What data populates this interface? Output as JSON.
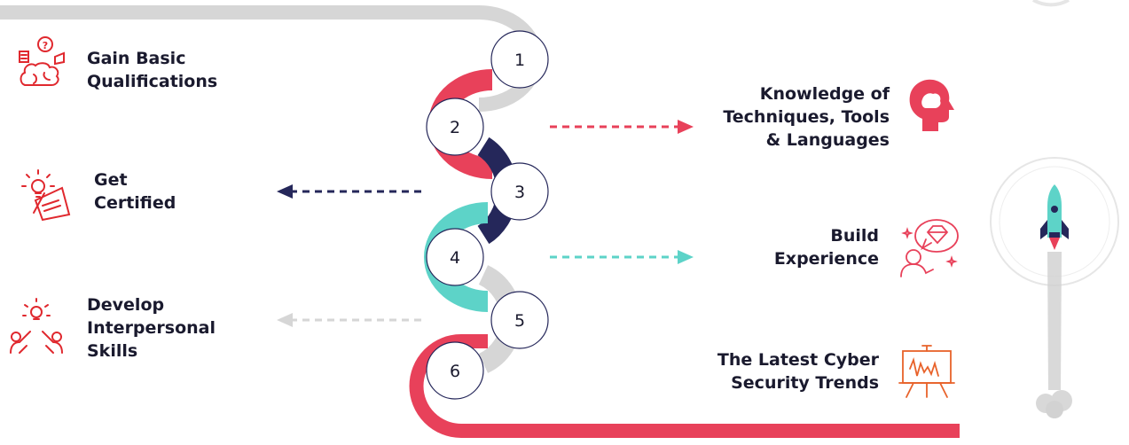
{
  "steps": [
    {
      "number": "1"
    },
    {
      "number": "2"
    },
    {
      "number": "3"
    },
    {
      "number": "4"
    },
    {
      "number": "5"
    },
    {
      "number": "6"
    }
  ],
  "left_items": [
    {
      "lines": [
        "Gain Basic",
        "Qualifications"
      ],
      "icon": "brain-question-icon"
    },
    {
      "lines": [
        "Get",
        "Certified"
      ],
      "icon": "certificate-idea-icon"
    },
    {
      "lines": [
        "Develop",
        "Interpersonal",
        "Skills"
      ],
      "icon": "teamwork-idea-icon"
    }
  ],
  "right_items": [
    {
      "lines": [
        "Knowledge of",
        "Techniques, Tools",
        "& Languages"
      ],
      "icon": "head-brain-icon"
    },
    {
      "lines": [
        "Build",
        "Experience"
      ],
      "icon": "person-diamond-icon"
    },
    {
      "lines": [
        "The Latest Cyber",
        "Security Trends"
      ],
      "icon": "presentation-board-icon"
    }
  ],
  "colors": {
    "red": "#e8415a",
    "navy": "#25275a",
    "teal": "#5dd3c8",
    "gray": "#d6d6d6",
    "icon_red": "#e0282e",
    "icon_orange": "#e8622a"
  },
  "decor": {
    "rocket": "rocket-icon"
  }
}
